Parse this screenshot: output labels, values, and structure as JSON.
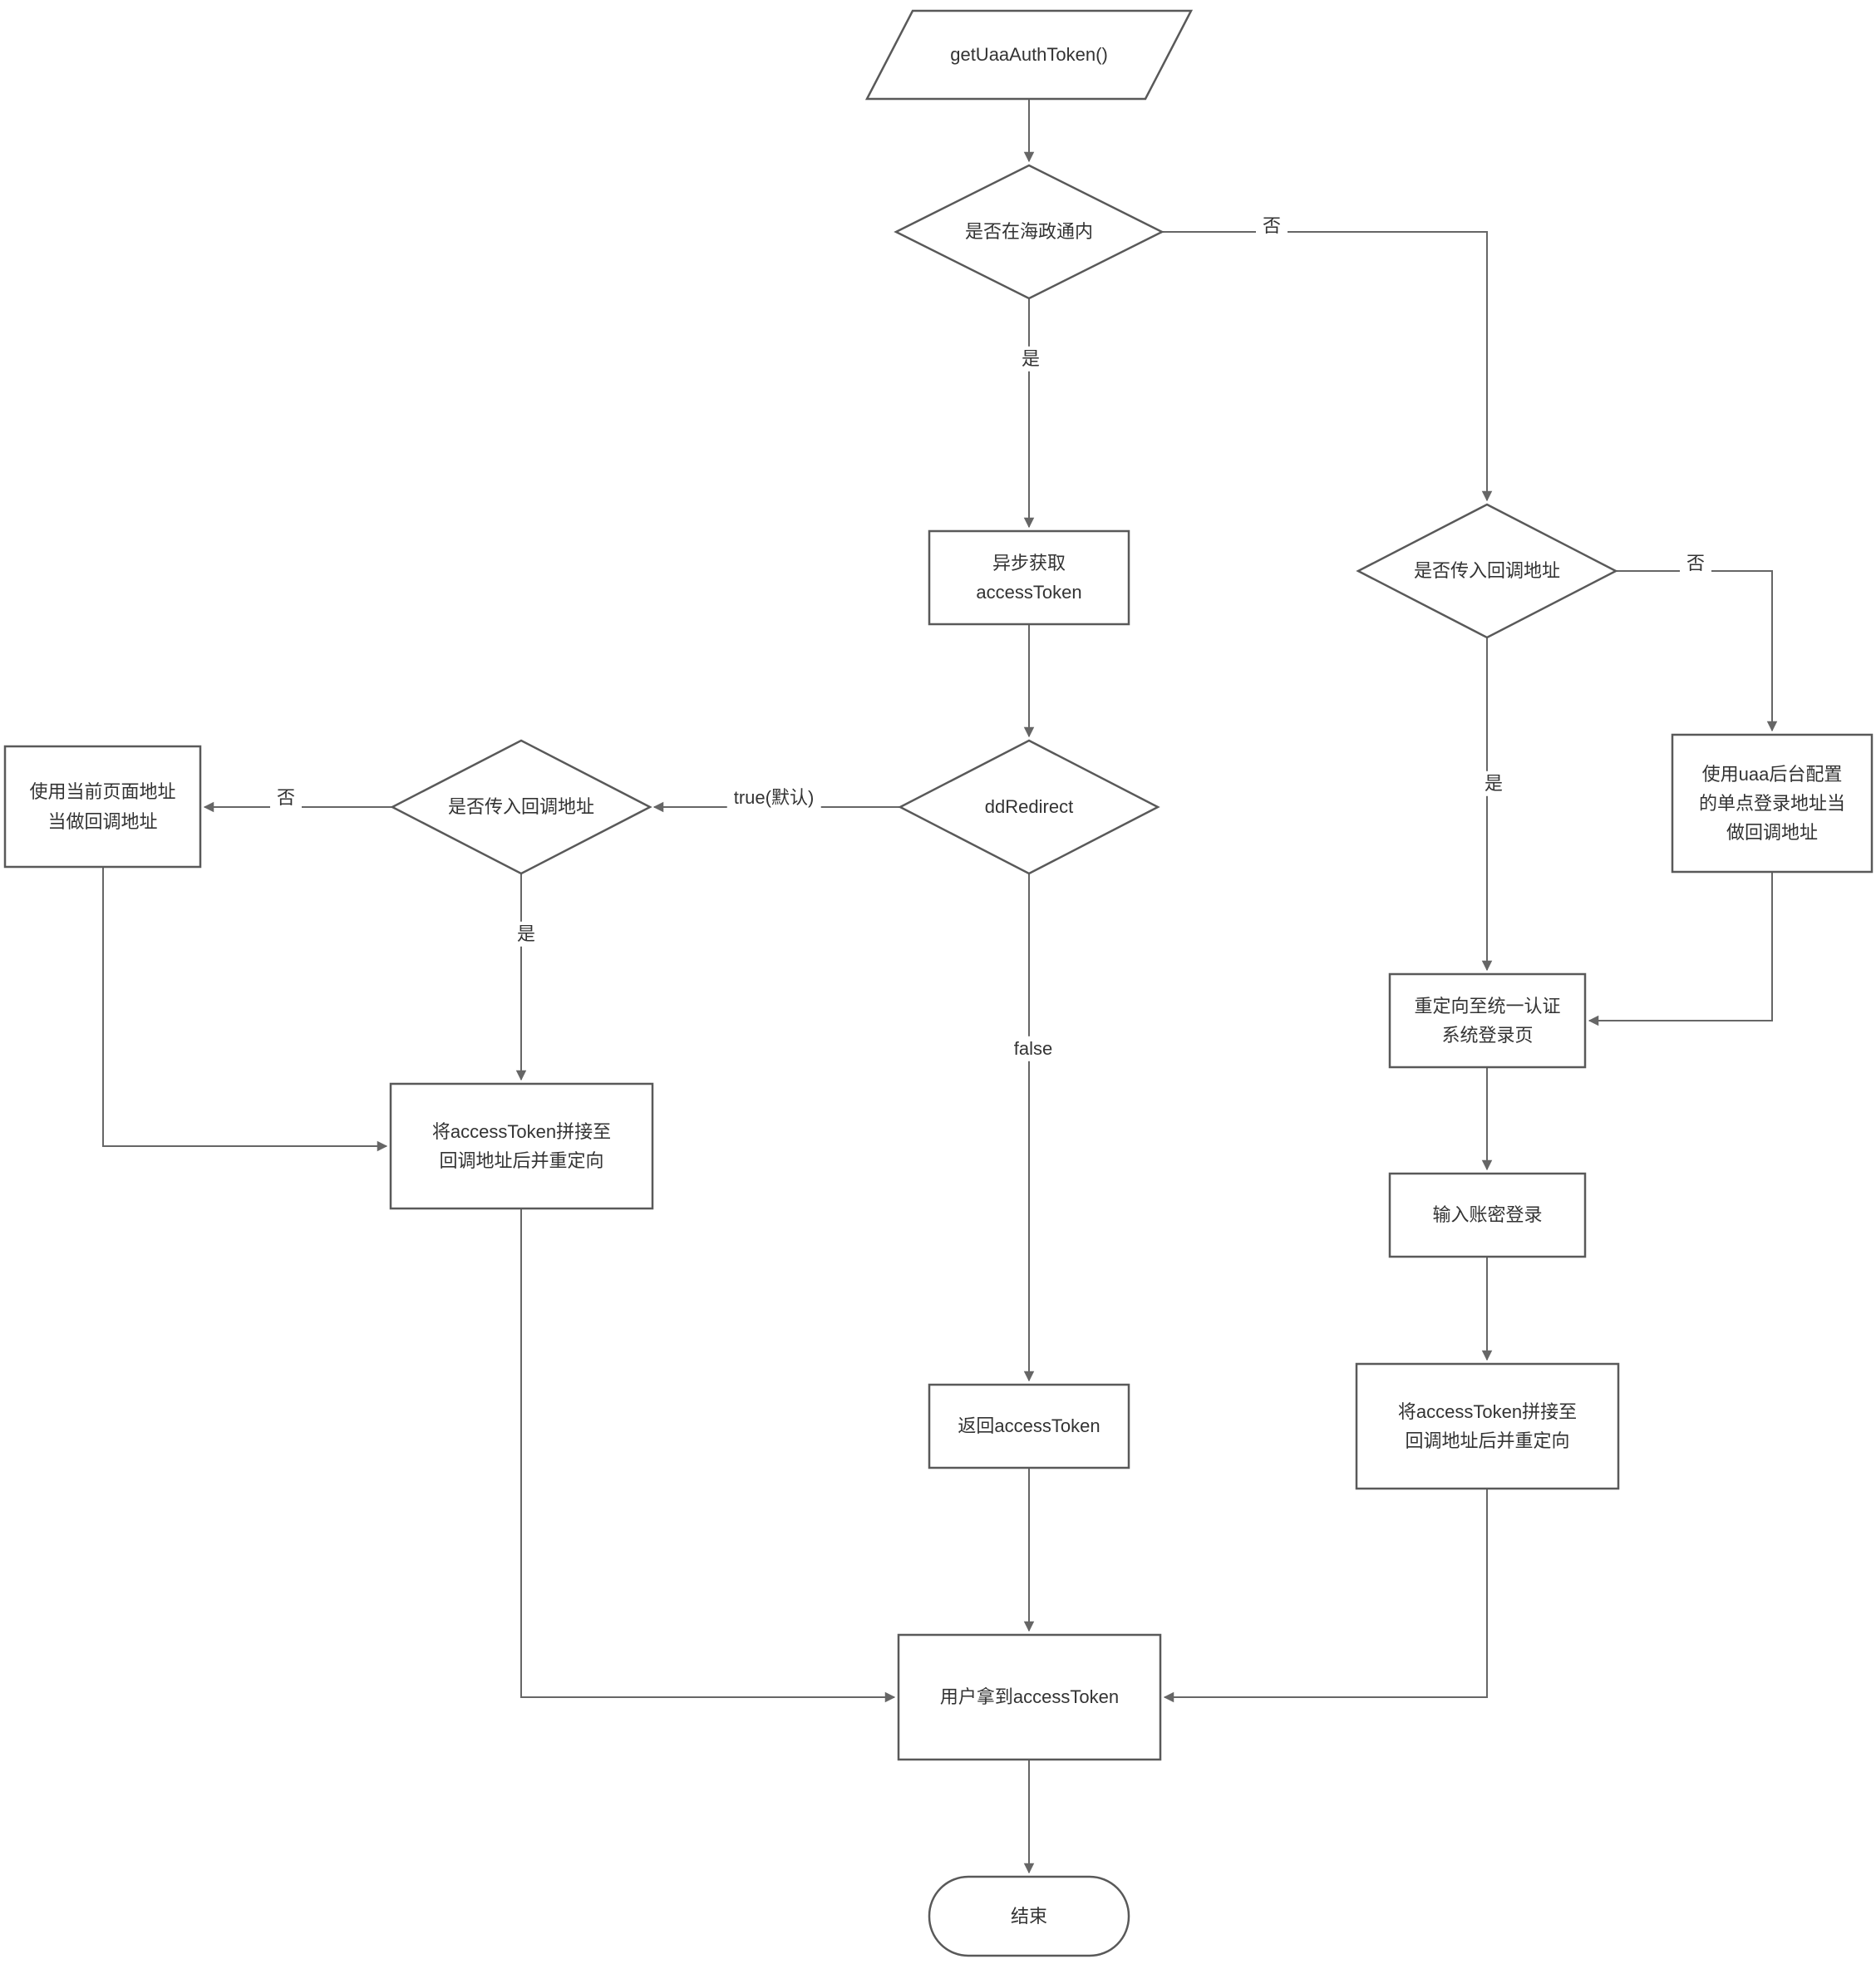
{
  "diagram": {
    "kind": "flowchart",
    "colors": {
      "background": "#ffffff",
      "shape_border": "#595959",
      "connector_line": "#666666",
      "text": "#333333",
      "shape_fill": "#ffffff"
    }
  },
  "nodes": {
    "start": {
      "shape": "parallelogram",
      "text": "getUaaAuthToken()"
    },
    "decision_in_haizhengtong": {
      "shape": "diamond",
      "text": "是否在海政通内"
    },
    "decision_callback_right": {
      "shape": "diamond",
      "text": "是否传入回调地址"
    },
    "process_async_get_token": {
      "shape": "rect",
      "text": "异步获取\naccessToken"
    },
    "decision_ddredirect": {
      "shape": "diamond",
      "text": "ddRedirect"
    },
    "decision_callback_left": {
      "shape": "diamond",
      "text": "是否传入回调地址"
    },
    "process_use_current_page": {
      "shape": "rect",
      "text": "使用当前页面地址\n当做回调地址"
    },
    "process_append_left": {
      "shape": "rect",
      "text": "将accessToken拼接至\n回调地址后并重定向"
    },
    "process_return_token": {
      "shape": "rect",
      "text": "返回accessToken"
    },
    "process_user_gets_token": {
      "shape": "rect",
      "text": "用户拿到accessToken"
    },
    "process_use_uaa_config": {
      "shape": "rect",
      "text": "使用uaa后台配置\n的单点登录地址当\n做回调地址"
    },
    "process_redirect_sso": {
      "shape": "rect",
      "text": "重定向至统一认证\n系统登录页"
    },
    "process_input_credentials": {
      "shape": "rect",
      "text": "输入账密登录"
    },
    "process_append_right": {
      "shape": "rect",
      "text": "将accessToken拼接至\n回调地址后并重定向"
    },
    "terminator_end": {
      "shape": "rounded",
      "text": "结束"
    }
  },
  "edge_labels": {
    "no_top": "否",
    "yes_top": "是",
    "true_default": "true(默认)",
    "no_left": "否",
    "yes_left": "是",
    "false_branch": "false",
    "no_right": "否",
    "yes_right": "是"
  }
}
